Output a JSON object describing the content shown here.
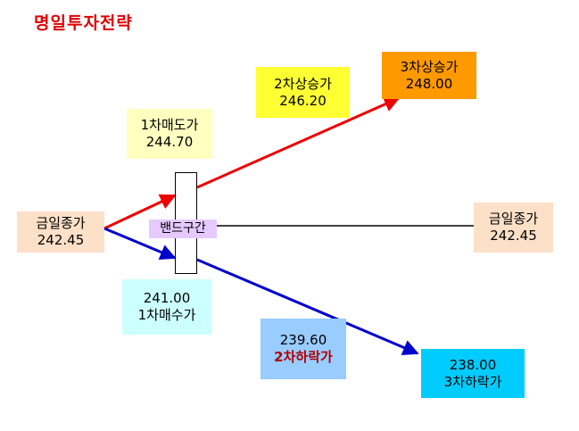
{
  "title": "명일투자전략",
  "boxes": {
    "today_close_left": {
      "label": "금일종가",
      "value": "242.45",
      "bg": "#fde0c8"
    },
    "sell1": {
      "label": "1차매도가",
      "value": "244.70",
      "bg": "#ffffc0"
    },
    "rise2": {
      "label": "2차상승가",
      "value": "246.20",
      "bg": "#ffff33"
    },
    "rise3": {
      "label": "3차상승가",
      "value": "248.00",
      "bg": "#ff9900"
    },
    "today_close_right": {
      "label": "금일종가",
      "value": "242.45",
      "bg": "#fde0c8"
    },
    "buy1": {
      "label": "1차매수가",
      "value": "241.00",
      "bg": "#ccffff"
    },
    "fall2": {
      "label": "2차하락가",
      "value": "239.60",
      "bg": "#99ccff"
    },
    "fall3": {
      "label": "3차하락가",
      "value": "238.00",
      "bg": "#00ccff"
    }
  },
  "band": {
    "label": "밴드구간"
  },
  "colors": {
    "up_line": "#ee0000",
    "down_line": "#0000cc",
    "flat_line": "#000000"
  }
}
